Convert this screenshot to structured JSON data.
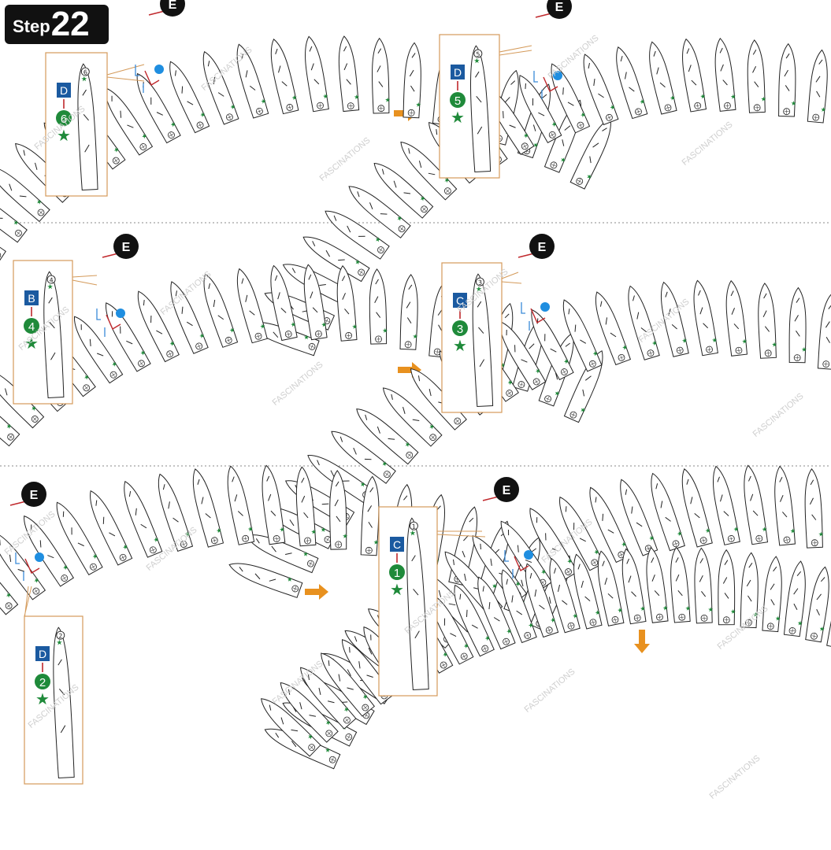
{
  "step": {
    "word": "Step",
    "number": "22"
  },
  "watermark": "FASCINATIONS",
  "part_e_label": "E",
  "colors": {
    "orange": "#e8911f",
    "frame": "#d49a5a",
    "blue_box": "#1b5aa0",
    "green": "#1f8a3a",
    "star": "#1f8a3a",
    "red": "#c0282c",
    "dot": "#1f8ee0",
    "tab_blue": "#3a8ad8",
    "outline": "#222222",
    "black": "#111111"
  },
  "panels": [
    {
      "id": "p1",
      "letter": "D",
      "number": "6",
      "tab_number": "6"
    },
    {
      "id": "p2",
      "letter": "D",
      "number": "5",
      "tab_number": "5"
    },
    {
      "id": "p3",
      "letter": "B",
      "number": "4",
      "tab_number": "4"
    },
    {
      "id": "p4",
      "letter": "C",
      "number": "3",
      "tab_number": "3"
    },
    {
      "id": "p5",
      "letter": "D",
      "number": "2",
      "tab_number": "2"
    },
    {
      "id": "p6",
      "letter": "C",
      "number": "1",
      "tab_number": "1"
    }
  ]
}
